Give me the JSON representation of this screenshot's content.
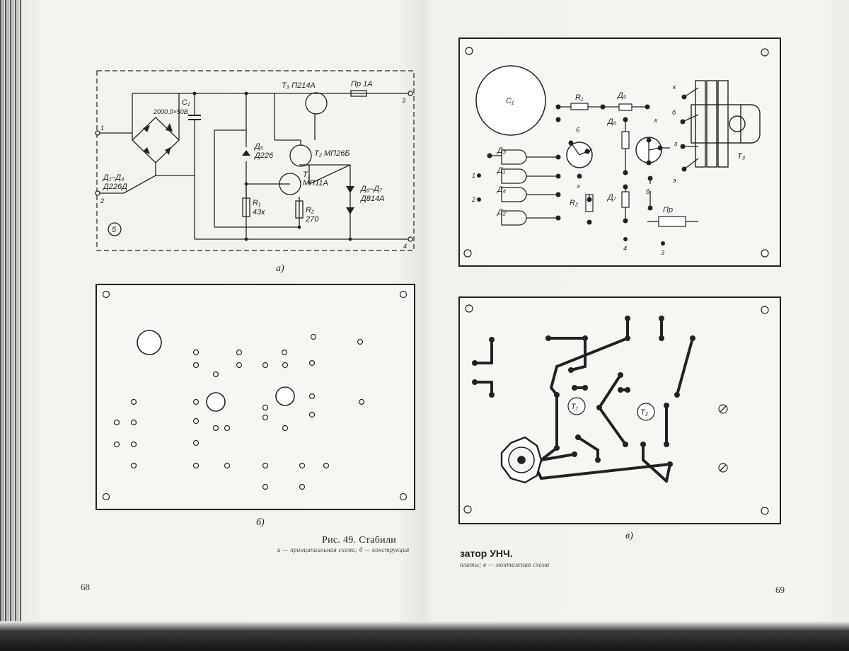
{
  "pages": {
    "left_number": "68",
    "right_number": "69"
  },
  "figure_labels": {
    "a": "а)",
    "b": "б)",
    "v": "в)"
  },
  "captions": {
    "left_title": "Рис. 49. Стабили",
    "left_sub": "а — принципиальная схема; б — конструкция",
    "right_title": "затор УНЧ.",
    "right_sub": "платы; в — монтажная схема"
  },
  "schematic": {
    "c1_name": "C₁",
    "c1_value": "2000,0×50В",
    "t3": "T₃ П214А",
    "fuse": "Пр 1А",
    "t2": "T₂ МП26Б",
    "t1_name": "T₁",
    "t1_type": "МП11А",
    "d5_name": "Д₅",
    "d5_type": "Д226",
    "bridge_name": "Д₁–Д₄",
    "bridge_type": "Д226Д",
    "d6d7_name": "Д₆–Д₇",
    "d6d7_type": "Д814А",
    "r1_name": "R₁",
    "r1_value": "43к",
    "r2_name": "R₂",
    "r2_value": "270",
    "term1": "1",
    "term2": "2",
    "term3": "3",
    "term4": "4",
    "module": "5"
  },
  "assembly": {
    "c1": "C₁",
    "r1": "R₁",
    "r2": "R₂",
    "d1": "Д₁",
    "d2": "Д₂",
    "d3": "Д₃",
    "d4": "Д₄",
    "d5": "Д₅",
    "d6": "Д₆",
    "d7": "Д₇",
    "t3": "T₃",
    "fuse": "Пр",
    "k": "к",
    "b": "б",
    "e": "э",
    "p1": "1",
    "p2": "2",
    "p3": "3",
    "p4": "4"
  },
  "wiring": {
    "t1": "T₁",
    "t2": "T₂"
  }
}
